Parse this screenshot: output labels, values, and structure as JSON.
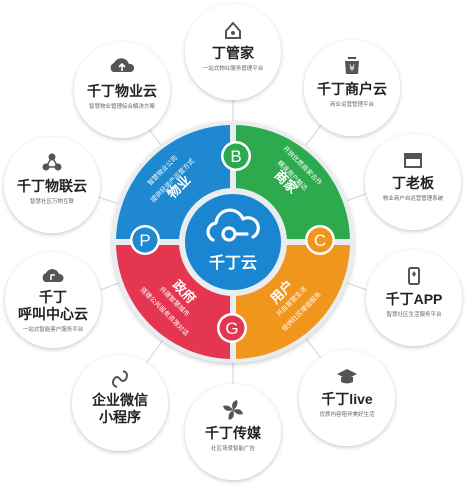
{
  "center": {
    "title": "千丁云"
  },
  "quadrants": [
    {
      "key": "B",
      "name": "商家",
      "lines": [
        "开放优质商家合作",
        "精准用户触达"
      ],
      "color": "#2eaa4e"
    },
    {
      "key": "C",
      "name": "用户",
      "lines": [
        "提供社区增值服务",
        "开启智慧生活"
      ],
      "color": "#f0961c"
    },
    {
      "key": "G",
      "name": "政府",
      "lines": [
        "搭建公共服务资源对话",
        "共建智慧城市"
      ],
      "color": "#e43650"
    },
    {
      "key": "P",
      "name": "物业",
      "lines": [
        "智慧物业公司",
        "提供轻资产运营方式"
      ],
      "color": "#1e88d0"
    }
  ],
  "satellites": [
    {
      "title": "丁管家",
      "subtitle": "一站式物业服务管理平台",
      "icon": "house-icon"
    },
    {
      "title": "千丁商户云",
      "subtitle": "商业运营管理平台",
      "icon": "yen-bag-icon"
    },
    {
      "title": "丁老板",
      "subtitle": "物业商户自运营管理系统",
      "icon": "storefront-icon"
    },
    {
      "title": "千丁APP",
      "subtitle": "智慧社区生活服务平台",
      "icon": "phone-icon"
    },
    {
      "title": "千丁live",
      "subtitle": "优质内容陪伴美好生活",
      "icon": "graduation-cap-icon"
    },
    {
      "title": "千丁传媒",
      "subtitle": "社区场景智能广告",
      "icon": "pinwheel-icon"
    },
    {
      "title": "企业微信",
      "title2": "小程序",
      "subtitle": "",
      "icon": "mini-program-icon"
    },
    {
      "title": "千丁",
      "title2": "呼叫中心云",
      "subtitle": "一站式智能客户服务平台",
      "icon": "chat-cloud-icon"
    },
    {
      "title": "千丁物联云",
      "subtitle": "智慧社区万物互联",
      "icon": "iot-nodes-icon"
    },
    {
      "title": "千丁物业云",
      "subtitle": "智慧物业管理综合解决方案",
      "icon": "cloud-upload-icon"
    }
  ]
}
